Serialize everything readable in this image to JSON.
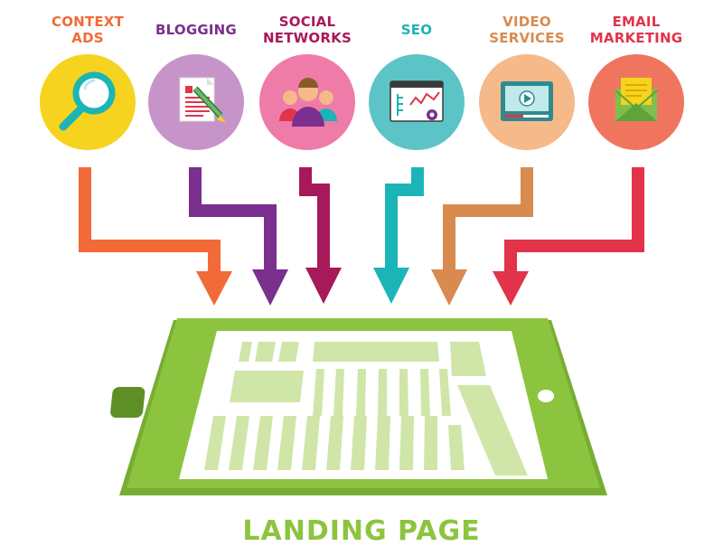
{
  "channels": [
    {
      "label": "CONTEXT\nADS",
      "color": "#F16A37",
      "circle": "#F5D31E",
      "icon": "magnifier-icon"
    },
    {
      "label": "BLOGGING",
      "color": "#7B2F8E",
      "circle": "#C794C9",
      "icon": "document-pencil-icon"
    },
    {
      "label": "SOCIAL\nNETWORKS",
      "color": "#A8195A",
      "circle": "#EF7BA8",
      "icon": "people-icon"
    },
    {
      "label": "SEO",
      "color": "#1BB4B7",
      "circle": "#5CC4C7",
      "icon": "seo-chart-icon"
    },
    {
      "label": "VIDEO\nSERVICES",
      "color": "#D98A4E",
      "circle": "#F5B98A",
      "icon": "video-player-icon"
    },
    {
      "label": "EMAIL\nMARKETING",
      "color": "#E2334B",
      "circle": "#F0755F",
      "icon": "envelope-icon"
    }
  ],
  "landing": {
    "title": "LANDING PAGE",
    "title_color": "#8CC43F",
    "tablet_color": "#8CC43F",
    "content_color": "#CFE6A8"
  }
}
